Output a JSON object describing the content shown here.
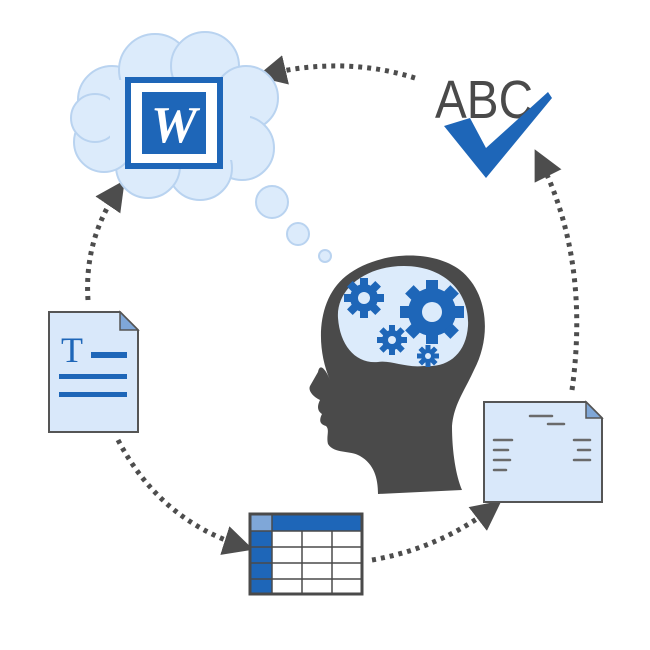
{
  "icons": {
    "word_document": {
      "letter": "W"
    },
    "spellcheck": {
      "text": "ABC"
    },
    "text_document": {
      "letter": "T"
    }
  },
  "colors": {
    "primary_blue": "#1e66b8",
    "light_blue_fill": "#d9e8fa",
    "cloud_fill": "#dcebfb",
    "cloud_stroke": "#b9d3f0",
    "dark_gray": "#4a4a4a",
    "arrow_gray": "#4d4d4d",
    "paper_stroke": "#555555"
  }
}
